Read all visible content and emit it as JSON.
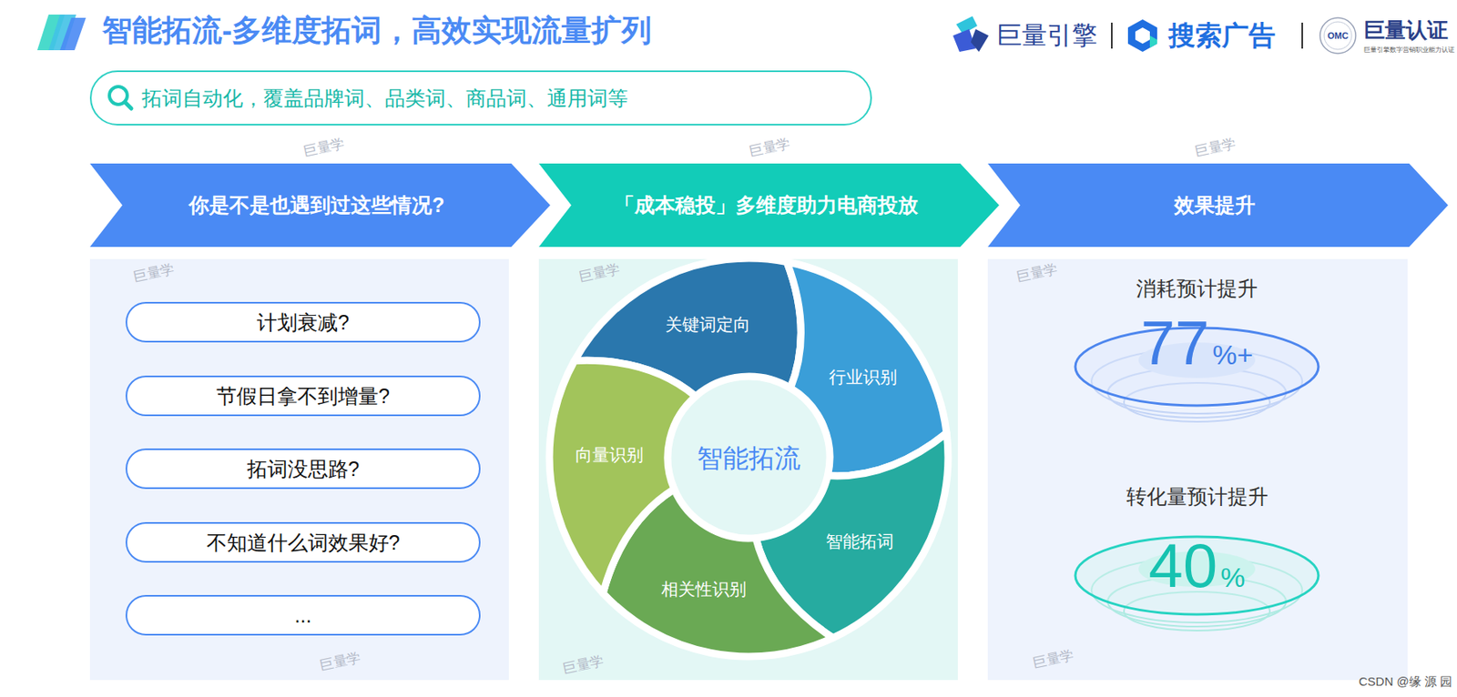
{
  "diagram": {
    "title": "智能拓流-多维度拓词，高效实现流量扩列",
    "nodes": [
      {
        "text": [
          "拓词自动化，覆盖品牌词、品类词、商品词、通用词等"
        ]
      },
      {
        "text": [
          "你是不是也遇到过这些情况?"
        ]
      },
      {
        "text": [
          "计划衰减?"
        ]
      },
      {
        "text": [
          "节假日拿不到增量?"
        ]
      },
      {
        "text": [
          "拓词没思路?"
        ]
      },
      {
        "text": [
          "不知道什么词效果好?"
        ]
      },
      {
        "text": [
          "..."
        ]
      },
      {
        "text": [
          "「成本稳投」多维度助力电商投放"
        ]
      },
      {
        "text": [
          "关键词定向"
        ]
      },
      {
        "text": [
          "行业识别"
        ]
      },
      {
        "text": [
          "智能拓词"
        ]
      },
      {
        "text": [
          "相关性识别"
        ]
      },
      {
        "text": [
          "向量识别"
        ]
      },
      {
        "text": [
          "效果提升"
        ]
      },
      {
        "text": [
          "消耗预计提升",
          "77",
          "%+"
        ]
      },
      {
        "text": [
          "转化量预计提升",
          "40",
          "%"
        ]
      }
    ],
    "labels": [
      "智能拓流",
      "巨量引擎",
      "搜索广告",
      "OMC",
      "巨量认证",
      "巨量引擎数字营销职业能力认证",
      "巨量学",
      "巨量学",
      "巨量学",
      "巨量学",
      "巨量学",
      "巨量学",
      "巨量学",
      "巨量学",
      "巨量学",
      "CSDN @缘 源 园"
    ]
  }
}
